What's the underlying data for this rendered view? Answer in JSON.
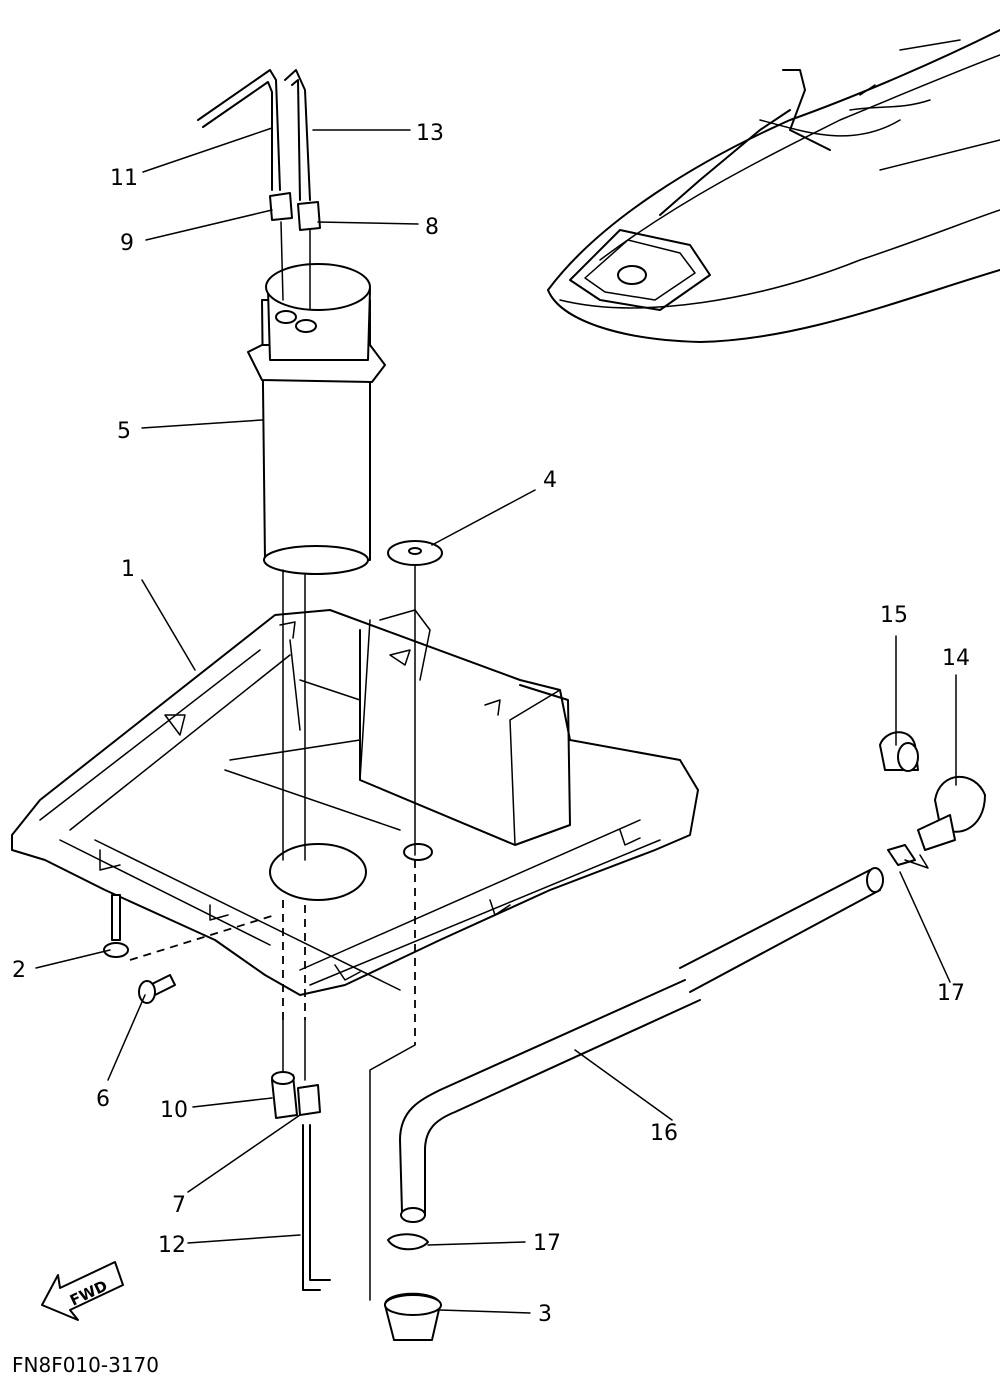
{
  "diagram": {
    "code": "FN8F010-3170",
    "direction_label": "FWD",
    "callouts": [
      {
        "id": "c1",
        "text": "1"
      },
      {
        "id": "c2",
        "text": "2"
      },
      {
        "id": "c3",
        "text": "3"
      },
      {
        "id": "c4",
        "text": "4"
      },
      {
        "id": "c5",
        "text": "5"
      },
      {
        "id": "c6",
        "text": "6"
      },
      {
        "id": "c7",
        "text": "7"
      },
      {
        "id": "c8",
        "text": "8"
      },
      {
        "id": "c9",
        "text": "9"
      },
      {
        "id": "c10",
        "text": "10"
      },
      {
        "id": "c11",
        "text": "11"
      },
      {
        "id": "c12",
        "text": "12"
      },
      {
        "id": "c13",
        "text": "13"
      },
      {
        "id": "c14",
        "text": "14"
      },
      {
        "id": "c15",
        "text": "15"
      },
      {
        "id": "c16",
        "text": "16"
      },
      {
        "id": "c17a",
        "text": "17"
      },
      {
        "id": "c17b",
        "text": "17"
      }
    ]
  }
}
